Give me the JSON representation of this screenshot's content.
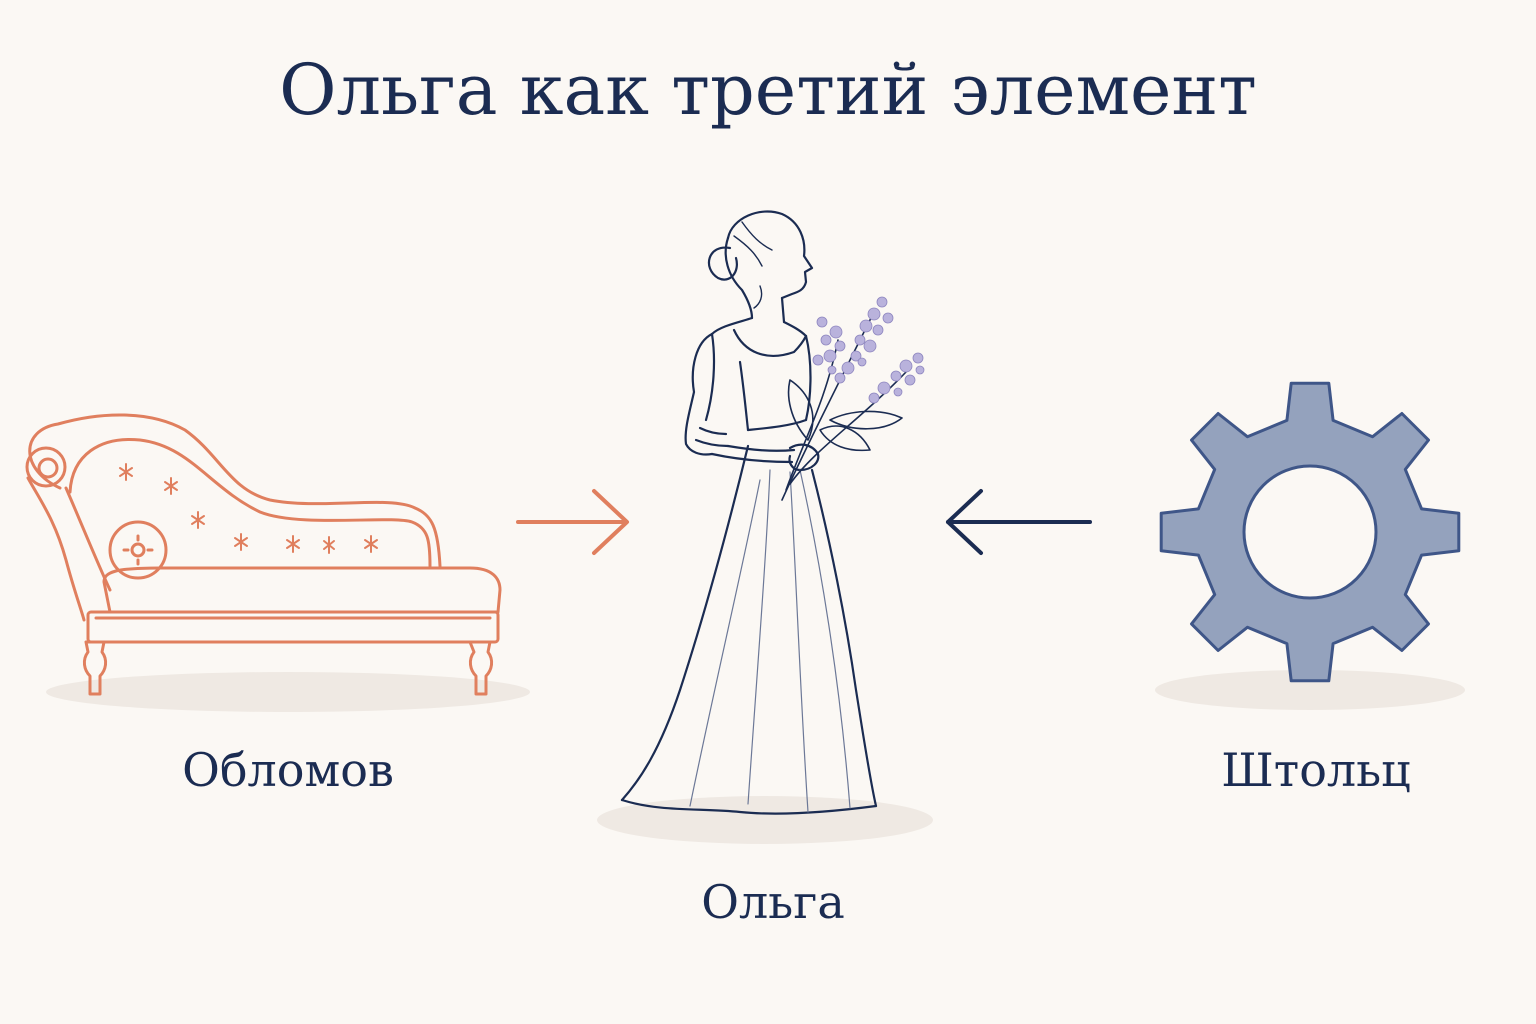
{
  "title": "Ольга как третий элемент",
  "nodes": {
    "oblomov": {
      "label": "Обломов",
      "icon": "chaise-longue-icon"
    },
    "olga": {
      "label": "Ольга",
      "icon": "woman-with-lilac-icon"
    },
    "stolz": {
      "label": "Штольц",
      "icon": "gear-icon"
    }
  },
  "edges": [
    {
      "from": "oblomov",
      "to": "olga"
    },
    {
      "from": "stolz",
      "to": "olga"
    }
  ],
  "colors": {
    "background": "#fbf8f4",
    "text": "#1b2c52",
    "oblomov": "#e07f5e",
    "stolz_fill": "#94a2bd",
    "stolz_stroke": "#3f5688",
    "lilac": "#b9b2dc"
  }
}
